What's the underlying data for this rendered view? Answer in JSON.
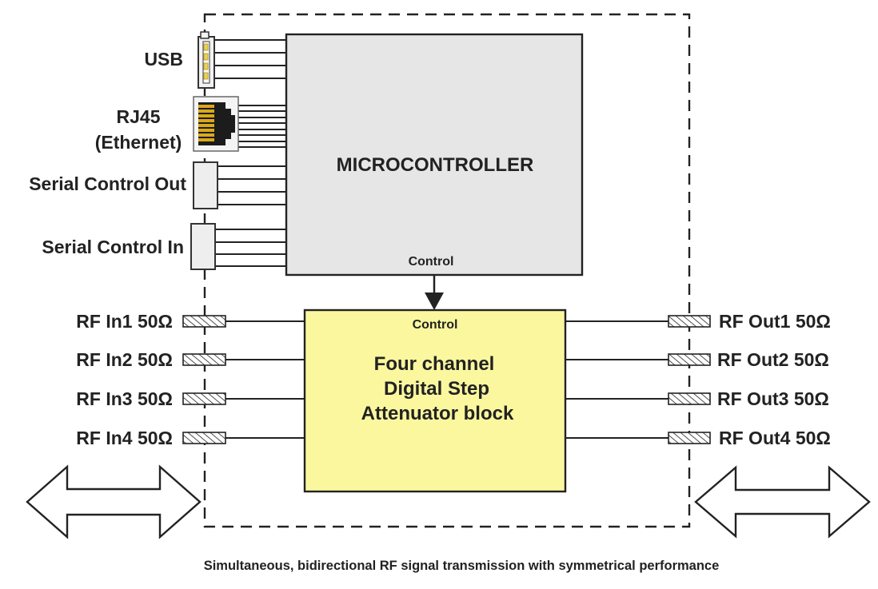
{
  "usb_label": "USB",
  "rj45_label_line1": "RJ45",
  "rj45_label_line2": "(Ethernet)",
  "serial_out_label": "Serial Control Out",
  "serial_in_label": "Serial Control In",
  "microcontroller_label": "MICROCONTROLLER",
  "mcu_control_label": "Control",
  "att_control_label": "Control",
  "attenuator_line1": "Four channel",
  "attenuator_line2": "Digital Step",
  "attenuator_line3": "Attenuator block",
  "rf_inputs": [
    "RF In1 50Ω",
    "RF In2 50Ω",
    "RF In3 50Ω",
    "RF In4 50Ω"
  ],
  "rf_outputs": [
    "RF Out1 50Ω",
    "RF Out2 50Ω",
    "RF Out3 50Ω",
    "RF Out4 50Ω"
  ],
  "caption": "Simultaneous, bidirectional RF signal transmission with symmetrical performance",
  "colors": {
    "microcontroller_fill": "#e6e6e6",
    "attenuator_fill": "#fbf79e",
    "line": "#222222",
    "rj45_contacts": "#d9a81c"
  }
}
